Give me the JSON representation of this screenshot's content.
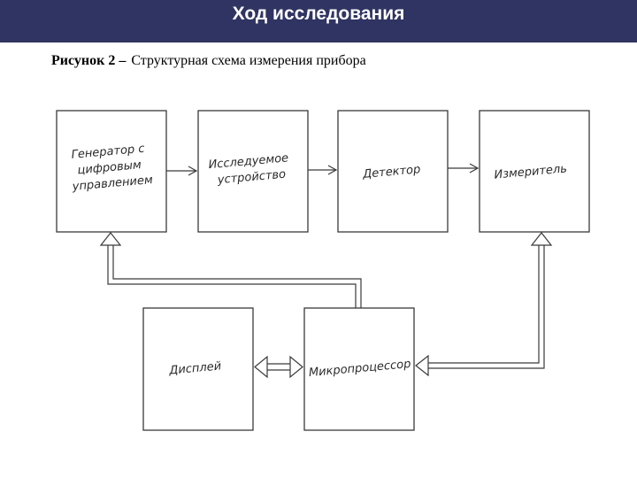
{
  "header": {
    "title": "Ход исследования",
    "background": "#2f3462"
  },
  "caption": {
    "label": "Рисунок 2 –",
    "text": "Структурная схема измерения прибора"
  },
  "diagram": {
    "blocks": {
      "generator": [
        "Генератор с",
        "цифровым",
        "управлением"
      ],
      "device": [
        "Исследуемое",
        "устройство"
      ],
      "detector": [
        "Детектор"
      ],
      "meter": [
        "Измеритель"
      ],
      "display": [
        "Дисплей"
      ],
      "microprocessor": [
        "Микропроцессор"
      ]
    },
    "connections": [
      {
        "from": "generator",
        "to": "device",
        "type": "arrow"
      },
      {
        "from": "device",
        "to": "detector",
        "type": "arrow"
      },
      {
        "from": "detector",
        "to": "meter",
        "type": "arrow"
      },
      {
        "from": "microprocessor",
        "to": "generator",
        "type": "double-line-arrow"
      },
      {
        "from": "meter",
        "to": "microprocessor",
        "type": "double-line-arrow"
      },
      {
        "from": "display",
        "to": "microprocessor",
        "type": "bidirectional-double-arrow"
      }
    ]
  }
}
